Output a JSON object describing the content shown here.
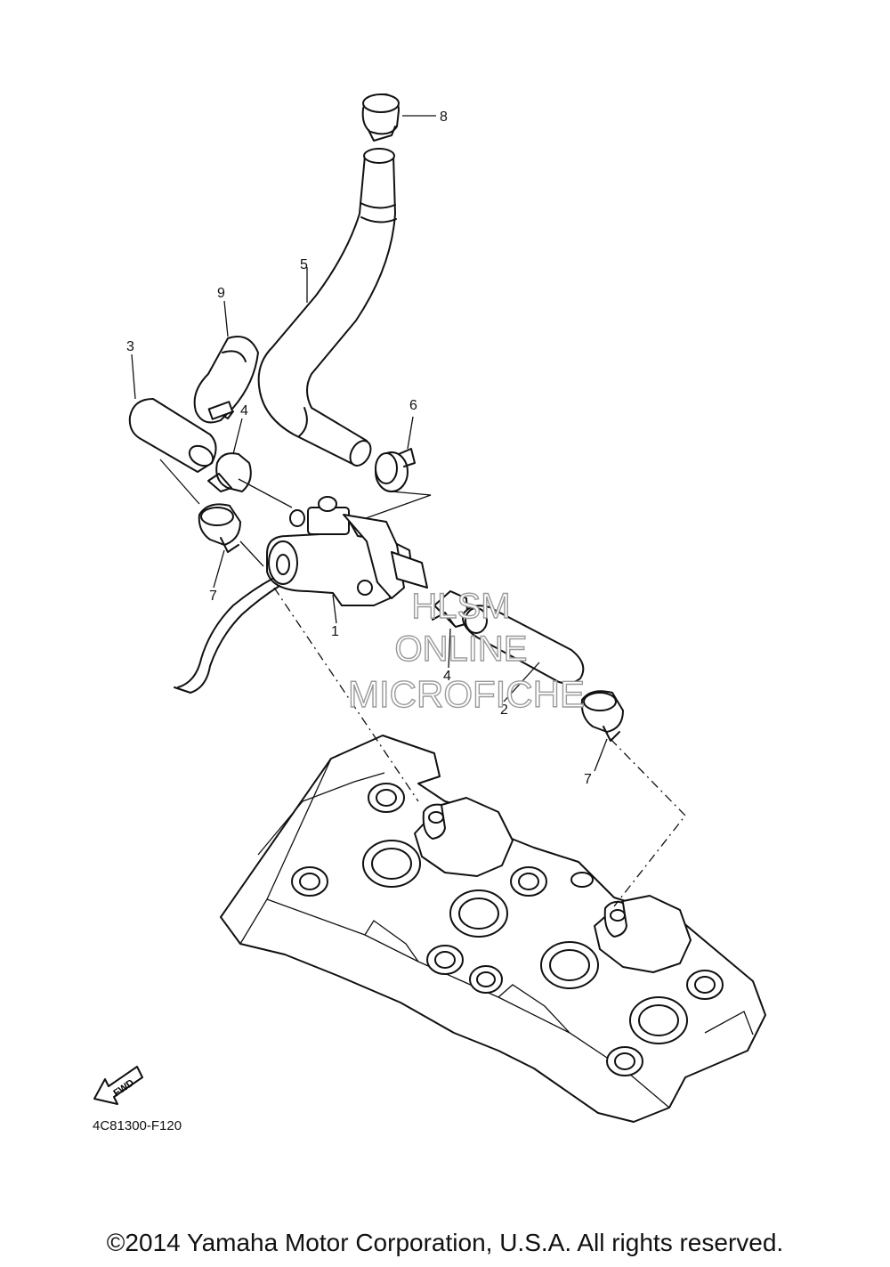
{
  "diagram": {
    "callouts": {
      "c1": "1",
      "c2": "2",
      "c3": "3",
      "c4a": "4",
      "c4b": "4",
      "c5": "5",
      "c6": "6",
      "c7a": "7",
      "c7b": "7",
      "c8": "8",
      "c9": "9"
    },
    "fwd_label": "FWD",
    "code": "4C81300-F120"
  },
  "watermark": {
    "line1": "HLSM",
    "line2": "ONLINE",
    "line3": "MICROFICHE"
  },
  "footer": {
    "copyright": "©2014 Yamaha Motor Corporation, U.S.A. All rights reserved."
  }
}
